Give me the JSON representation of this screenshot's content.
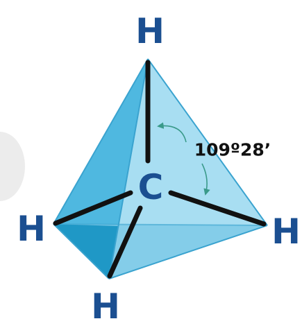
{
  "atoms": {
    "top": "H",
    "left": "H",
    "right": "H",
    "bottom": "H",
    "center": "C"
  },
  "bond_angle": "109º28’",
  "colors": {
    "atom_label": "#1b4f91",
    "bond": "#111111",
    "face_left": "#4fb8e0",
    "face_right": "#a8def2",
    "face_bottom": "#7fcbe8",
    "face_front_small": "#1f98c6",
    "edge": "#3aa3cf",
    "arrow": "#3a9a8a",
    "side_bump": "#ececec"
  },
  "icons": {
    "angle_arc": "angle-arc-arrow-icon"
  }
}
